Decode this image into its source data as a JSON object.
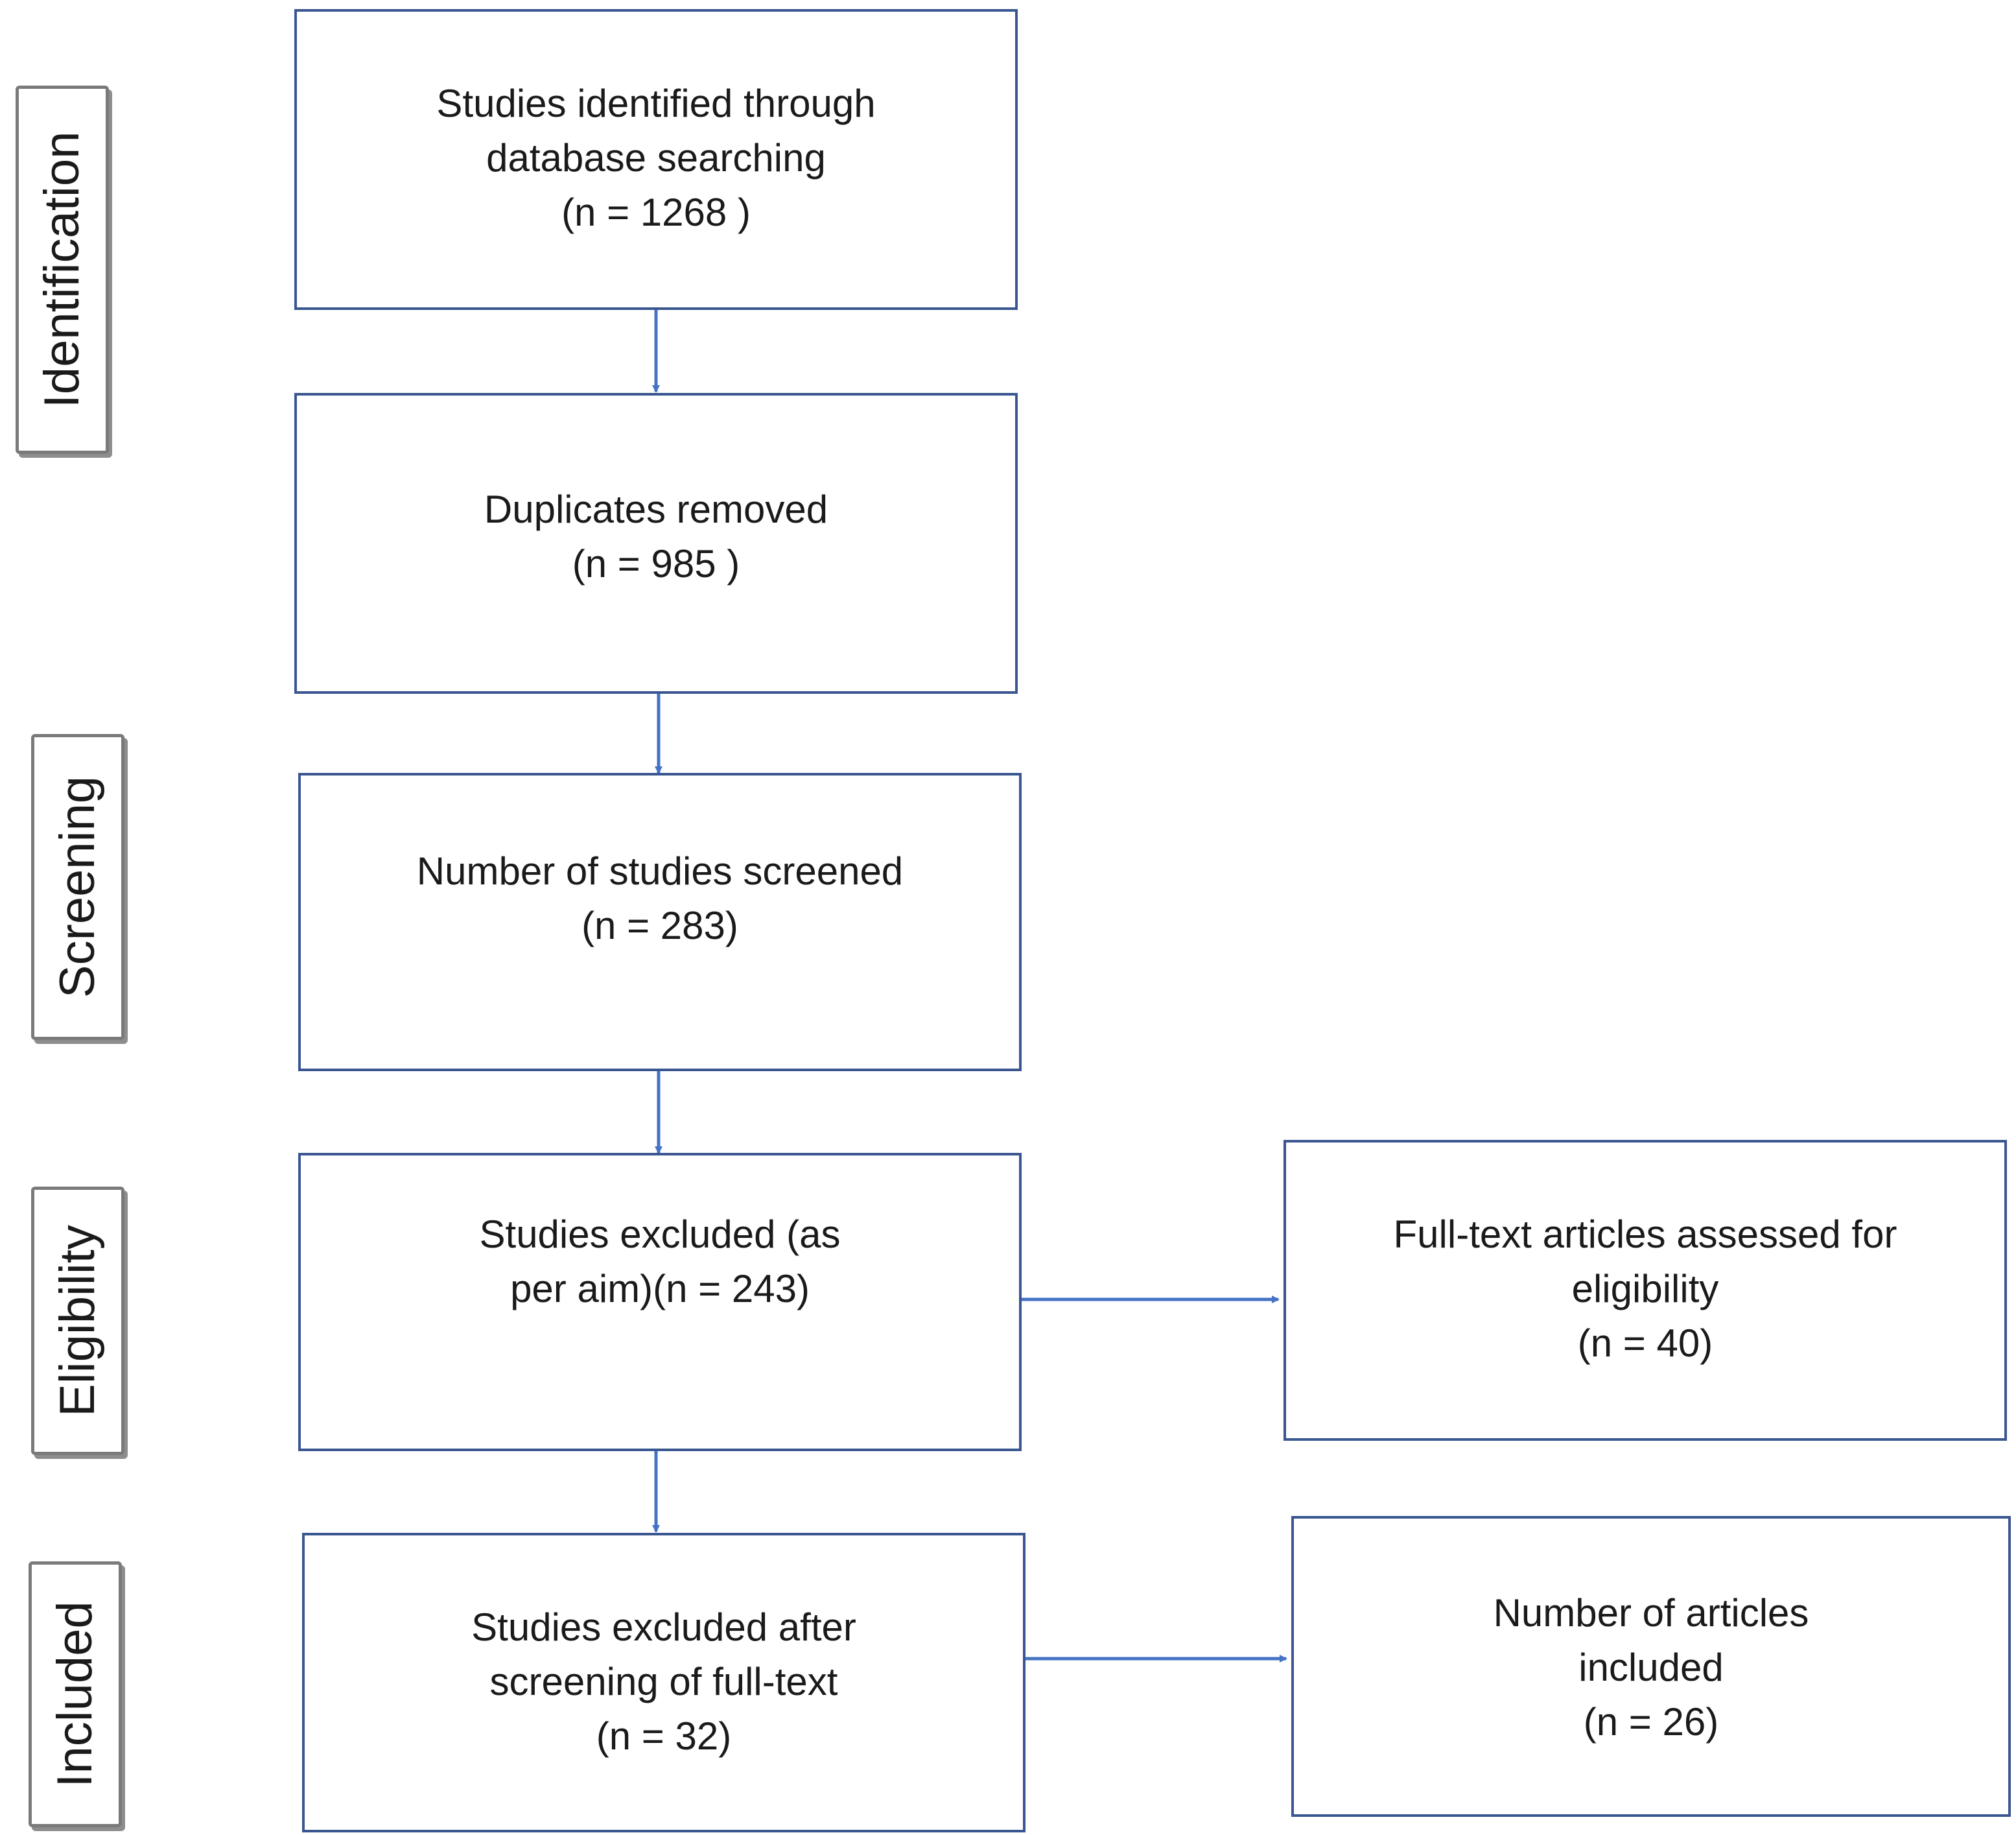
{
  "colors": {
    "box_border": "#3a5690",
    "arrow": "#4472c4",
    "stage_border": "#7a7a7a"
  },
  "stages": {
    "identification": "Identification",
    "screening": "Screening",
    "eligibility": "Eligibility",
    "included": "Included"
  },
  "boxes": {
    "identified": [
      "Studies identified through",
      "database searching",
      "(n = 1268 )"
    ],
    "duplicates": [
      "Duplicates removed",
      "(n = 985 )"
    ],
    "screened": [
      "Number of studies screened",
      "(n = 283)"
    ],
    "excluded_aim": [
      "Studies excluded (as",
      "per aim)(n = 243)"
    ],
    "fulltext_assessed": [
      "Full-text articles assessed for",
      "eligibility",
      "(n = 40)"
    ],
    "excluded_fulltext": [
      "Studies excluded after",
      "screening of full-text",
      "(n = 32)"
    ],
    "included": [
      "Number of articles",
      "included",
      "(n = 26)"
    ]
  }
}
